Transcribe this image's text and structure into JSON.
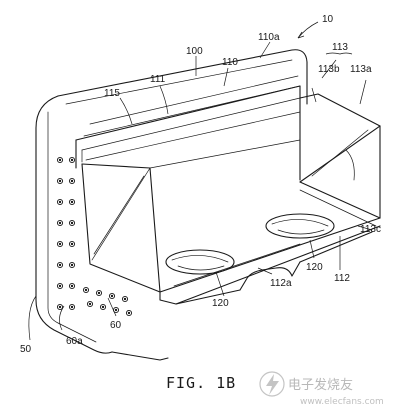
{
  "figure": {
    "caption": "FIG. 1B",
    "labels": {
      "ref_10": "10",
      "ref_100": "100",
      "ref_110": "110",
      "ref_110a": "110a",
      "ref_111": "111",
      "ref_112": "112",
      "ref_112a": "112a",
      "ref_113": "113",
      "ref_113a": "113a",
      "ref_113b": "113b",
      "ref_113c": "113c",
      "ref_115": "115",
      "ref_120_left": "120",
      "ref_120_right": "120",
      "ref_50": "50",
      "ref_60": "60",
      "ref_60a": "60a"
    }
  },
  "watermark": {
    "text": "电子发烧友",
    "url": "www.elecfans.com",
    "icon": "lightning-bolt-logo-icon"
  }
}
